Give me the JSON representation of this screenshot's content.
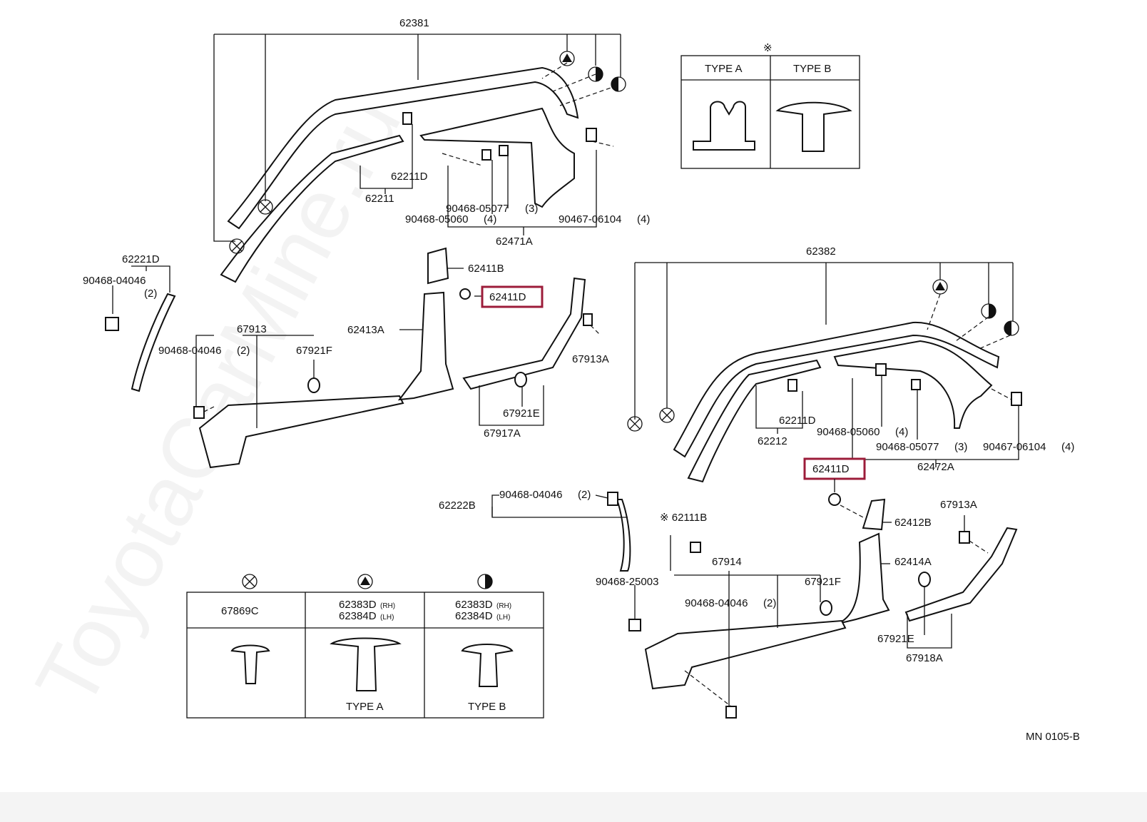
{
  "watermark": "ToyotaCarMine.ru",
  "figure_code": "MN 0105-B",
  "legend_types": {
    "mark": "※",
    "type_a": "TYPE A",
    "type_b": "TYPE B"
  },
  "clip_table": {
    "columns": [
      {
        "symbol": "circle-x",
        "line1": "67869C",
        "line2": "",
        "type": ""
      },
      {
        "symbol": "triangle",
        "line1": "62383D",
        "sub1": "(RH)",
        "line2": "62384D",
        "sub2": "(LH)",
        "type": "TYPE A"
      },
      {
        "symbol": "half",
        "line1": "62383D",
        "sub1": "(RH)",
        "line2": "62384D",
        "sub2": "(LH)",
        "type": "TYPE B"
      }
    ]
  },
  "highlighted_parts": [
    "62411D",
    "62411D"
  ],
  "labels": {
    "p62381": "62381",
    "p62211D": "62211D",
    "p62211": "62211",
    "p90468_05077_a": "90468-05077",
    "q3a": "(3)",
    "p90468_05060_a": "90468-05060",
    "q4a": "(4)",
    "p90467_06104_a": "90467-06104",
    "q4b": "(4)",
    "p62471A": "62471A",
    "p62221D": "62221D",
    "p90468_04046_a": "90468-04046",
    "q2a": "(2)",
    "p62411B": "62411B",
    "p62411D_a": "62411D",
    "p62413A": "62413A",
    "p67913": "67913",
    "p90468_04046_b": "90468-04046",
    "q2b": "(2)",
    "p67921F_a": "67921F",
    "p67913A_a": "67913A",
    "p67921E_a": "67921E",
    "p67917A": "67917A",
    "p62382": "62382",
    "p62211D_b": "62211D",
    "p62212": "62212",
    "p90468_05060_b": "90468-05060",
    "q4c": "(4)",
    "p90468_05077_b": "90468-05077",
    "q3b": "(3)",
    "p90467_06104_b": "90467-06104",
    "q4d": "(4)",
    "p62472A": "62472A",
    "p62411D_b": "62411D",
    "p90468_04046_c": "90468-04046",
    "q2c": "(2)",
    "p62222B": "62222B",
    "p62412B": "62412B",
    "p67913A_b": "67913A",
    "p62111B": "※ 62111B",
    "p67914": "67914",
    "p62414A": "62414A",
    "p90468_25003": "90468-25003",
    "p67921F_b": "67921F",
    "p90468_04046_d": "90468-04046",
    "q2d": "(2)",
    "p67921E_b": "67921E",
    "p67918A": "67918A"
  },
  "colors": {
    "highlight": "#9c1c3a",
    "ink": "#111111",
    "paper": "#ffffff",
    "margin": "#f4f4f4"
  }
}
